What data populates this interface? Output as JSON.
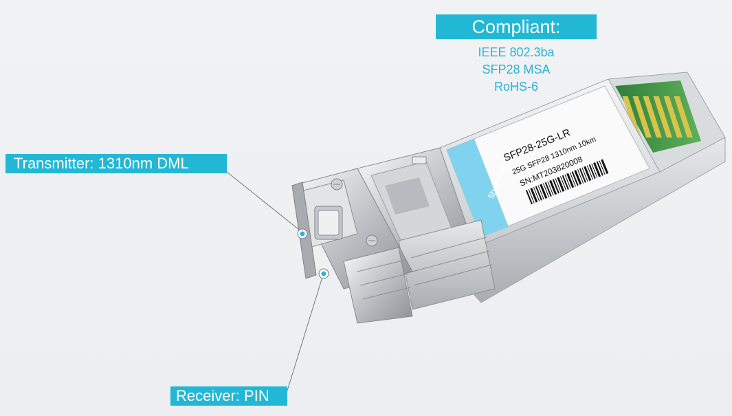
{
  "compliance": {
    "heading": "Compliant:",
    "standards": [
      "IEEE 802.3ba",
      "SFP28 MSA",
      "RoHS-6"
    ]
  },
  "callouts": {
    "transmitter": "Transmitter:  1310nm DML",
    "receiver": "Receiver: PIN"
  },
  "product_label": {
    "brand": "fiber mall",
    "model": "SFP28-25G-LR",
    "spec": "25G SFP28 1310nm 10km",
    "serial": "SN:MT203820008"
  },
  "colors": {
    "accent": "#23b7d6",
    "label_blue": "#7fd3ee",
    "background": "#eef0f2",
    "pcb_green": "#3f9a4a",
    "gold_contacts": "#d8c44a"
  },
  "icons": [
    "transmitter-port-icon",
    "receiver-port-icon",
    "barcode-icon",
    "screw-icon"
  ]
}
